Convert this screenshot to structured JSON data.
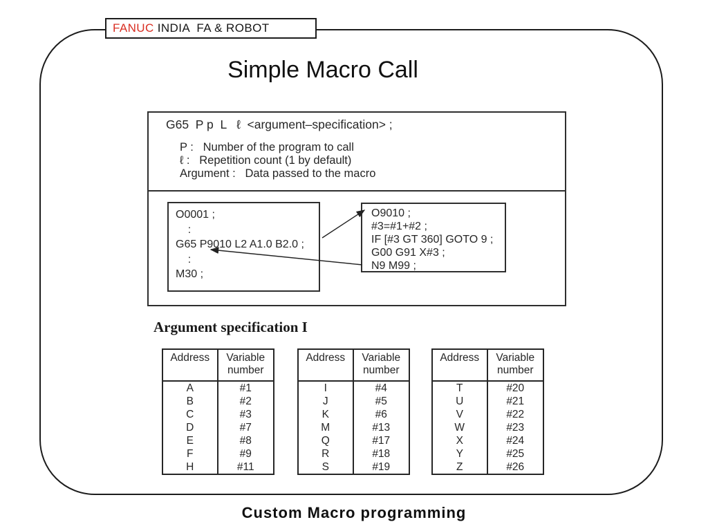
{
  "slide": {
    "header": {
      "brand": "FANUC",
      "org": " INDIA  FA & ROBOT"
    },
    "title": "Simple Macro Call",
    "footer": "Custom Macro programming"
  },
  "spec_box": {
    "syntax": "G65  P p  L   ℓ  <argument–specification> ;",
    "details": [
      "P :   Number of the program to call",
      "ℓ :   Repetition count (1 by default)",
      "Argument :   Data passed to the macro"
    ]
  },
  "programs": {
    "main": {
      "lines": [
        "O0001 ;",
        "    :",
        "G65 P9010 L2 A1.0 B2.0 ;",
        "    :",
        "M30 ;"
      ]
    },
    "macro": {
      "lines": [
        "O9010 ;",
        "#3=#1+#2 ;",
        "IF [#3 GT 360] GOTO 9 ;",
        "G00 G91 X#3 ;",
        "N9 M99 ;"
      ]
    }
  },
  "argument_spec": {
    "heading": "Argument specification I",
    "tables": [
      {
        "headers": [
          "Address",
          "Variable\nnumber"
        ],
        "rows": [
          [
            "A",
            "#1"
          ],
          [
            "B",
            "#2"
          ],
          [
            "C",
            "#3"
          ],
          [
            "D",
            "#7"
          ],
          [
            "E",
            "#8"
          ],
          [
            "F",
            "#9"
          ],
          [
            "H",
            "#11"
          ]
        ]
      },
      {
        "headers": [
          "Address",
          "Variable\nnumber"
        ],
        "rows": [
          [
            "I",
            "#4"
          ],
          [
            "J",
            "#5"
          ],
          [
            "K",
            "#6"
          ],
          [
            "M",
            "#13"
          ],
          [
            "Q",
            "#17"
          ],
          [
            "R",
            "#18"
          ],
          [
            "S",
            "#19"
          ]
        ]
      },
      {
        "headers": [
          "Address",
          "Variable\nnumber"
        ],
        "rows": [
          [
            "T",
            "#20"
          ],
          [
            "U",
            "#21"
          ],
          [
            "V",
            "#22"
          ],
          [
            "W",
            "#23"
          ],
          [
            "X",
            "#24"
          ],
          [
            "Y",
            "#25"
          ],
          [
            "Z",
            "#26"
          ]
        ]
      }
    ]
  },
  "colors": {
    "brand_red": "#d92f23",
    "ink": "#222222"
  }
}
